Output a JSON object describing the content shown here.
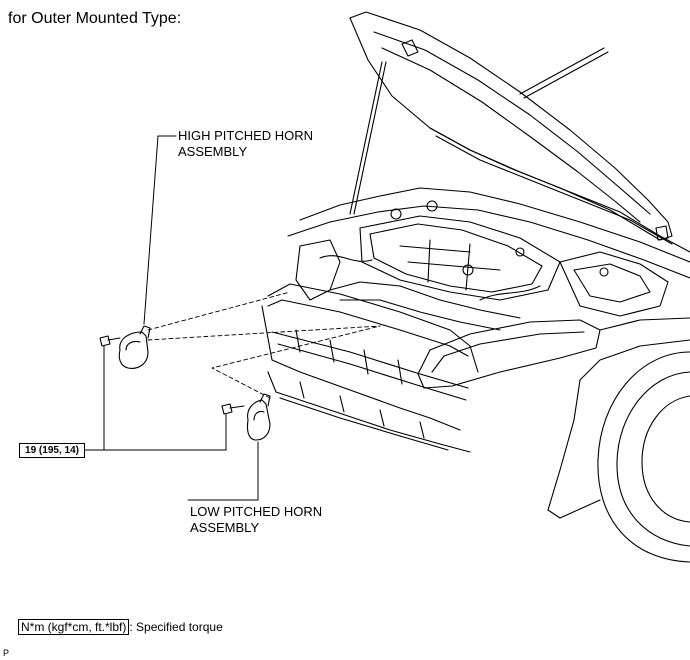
{
  "heading": "for Outer Mounted Type:",
  "callouts": {
    "high_horn": [
      "HIGH PITCHED HORN",
      "ASSEMBLY"
    ],
    "low_horn": [
      "LOW PITCHED HORN",
      "ASSEMBLY"
    ]
  },
  "torque_spec": "19 (195, 14)",
  "legend": {
    "units": "N*m (kgf*cm, ft.*lbf)",
    "description": ": Specified torque"
  },
  "corner_mark": "P"
}
